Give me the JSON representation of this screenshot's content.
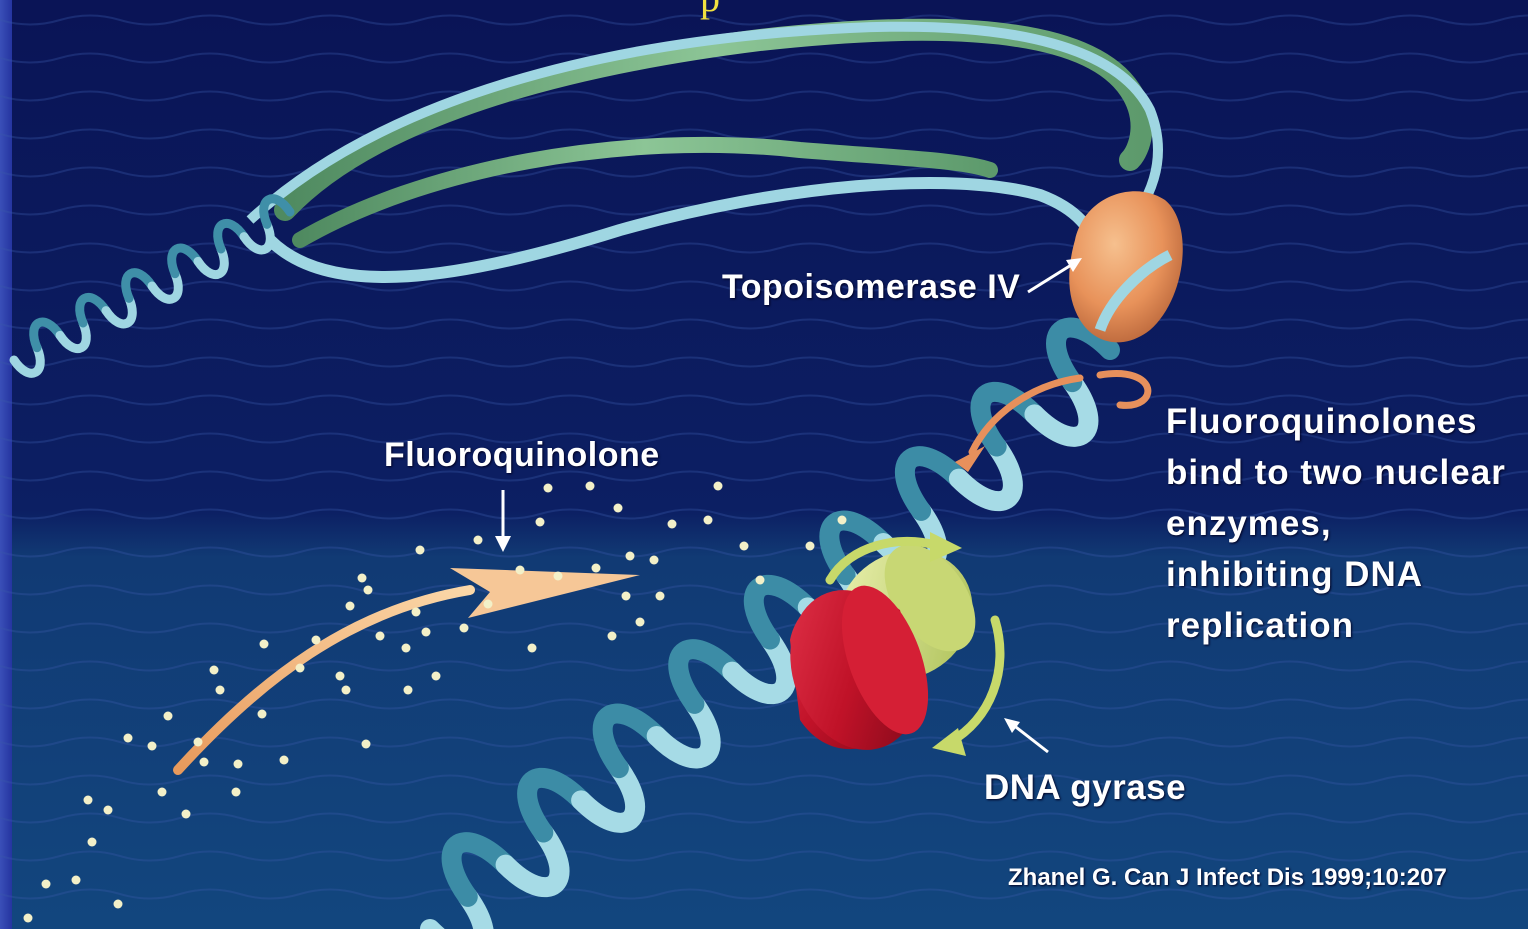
{
  "title_fragment": "p",
  "labels": {
    "topoisomerase": "Topoisomerase IV",
    "fluoroquinolone": "Fluoroquinolone",
    "dna_gyrase": "DNA gyrase",
    "description_lines": [
      "Fluoroquinolones",
      "bind to two nuclear",
      "enzymes,",
      "inhibiting DNA",
      "replication"
    ],
    "citation": "Zhanel G. Can J Infect Dis 1999;10:207"
  },
  "colors": {
    "background_top": "#0a1456",
    "background_bottom": "#12427a",
    "dna_strand": "#8ec9d8",
    "dna_strand_dark": "#3f8fa8",
    "green_ribbon": "#6fae7a",
    "topoisomerase": "#e89a62",
    "gyrase_red": "#c3122a",
    "gyrase_yellow": "#d7e58a",
    "arrow_orange": "#f2b77a",
    "molecule_dots": "#f3f0c8",
    "title_yellow": "#f0e040"
  }
}
